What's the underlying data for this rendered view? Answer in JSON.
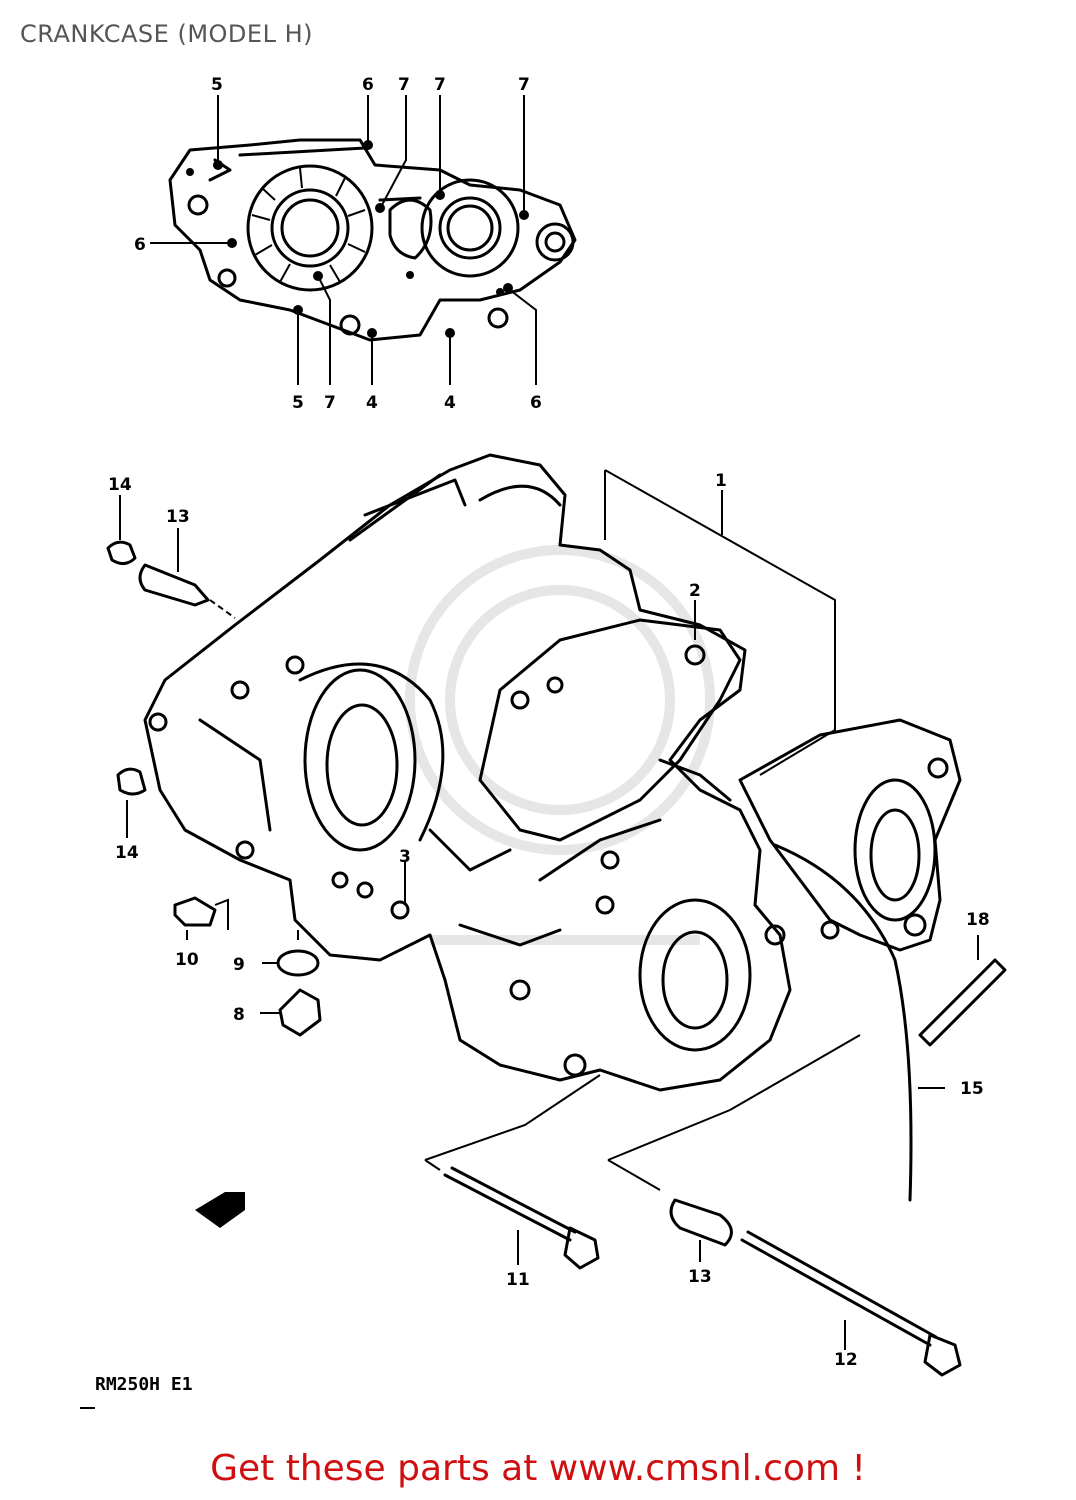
{
  "header": {
    "title": "CRANKCASE (MODEL H)"
  },
  "diagram": {
    "model_code": "RM250H E1",
    "callouts": [
      {
        "id": "c5a",
        "label": "5"
      },
      {
        "id": "c6a",
        "label": "6"
      },
      {
        "id": "c7a",
        "label": "7"
      },
      {
        "id": "c7b",
        "label": "7"
      },
      {
        "id": "c7c",
        "label": "7"
      },
      {
        "id": "c6b",
        "label": "6"
      },
      {
        "id": "c5b",
        "label": "5"
      },
      {
        "id": "c7d",
        "label": "7"
      },
      {
        "id": "c4a",
        "label": "4"
      },
      {
        "id": "c4b",
        "label": "4"
      },
      {
        "id": "c6c",
        "label": "6"
      },
      {
        "id": "c1",
        "label": "1"
      },
      {
        "id": "c2",
        "label": "2"
      },
      {
        "id": "c3",
        "label": "3"
      },
      {
        "id": "c14a",
        "label": "14"
      },
      {
        "id": "c13a",
        "label": "13"
      },
      {
        "id": "c14b",
        "label": "14"
      },
      {
        "id": "c10",
        "label": "10"
      },
      {
        "id": "c9",
        "label": "9"
      },
      {
        "id": "c8",
        "label": "8"
      },
      {
        "id": "c18",
        "label": "18"
      },
      {
        "id": "c15",
        "label": "15"
      },
      {
        "id": "c11",
        "label": "11"
      },
      {
        "id": "c13b",
        "label": "13"
      },
      {
        "id": "c12",
        "label": "12"
      }
    ]
  },
  "footer": {
    "text": "Get these parts at www.cmsnl.com !",
    "color": "#d01010"
  },
  "icons": [
    "front-arrow-icon"
  ]
}
